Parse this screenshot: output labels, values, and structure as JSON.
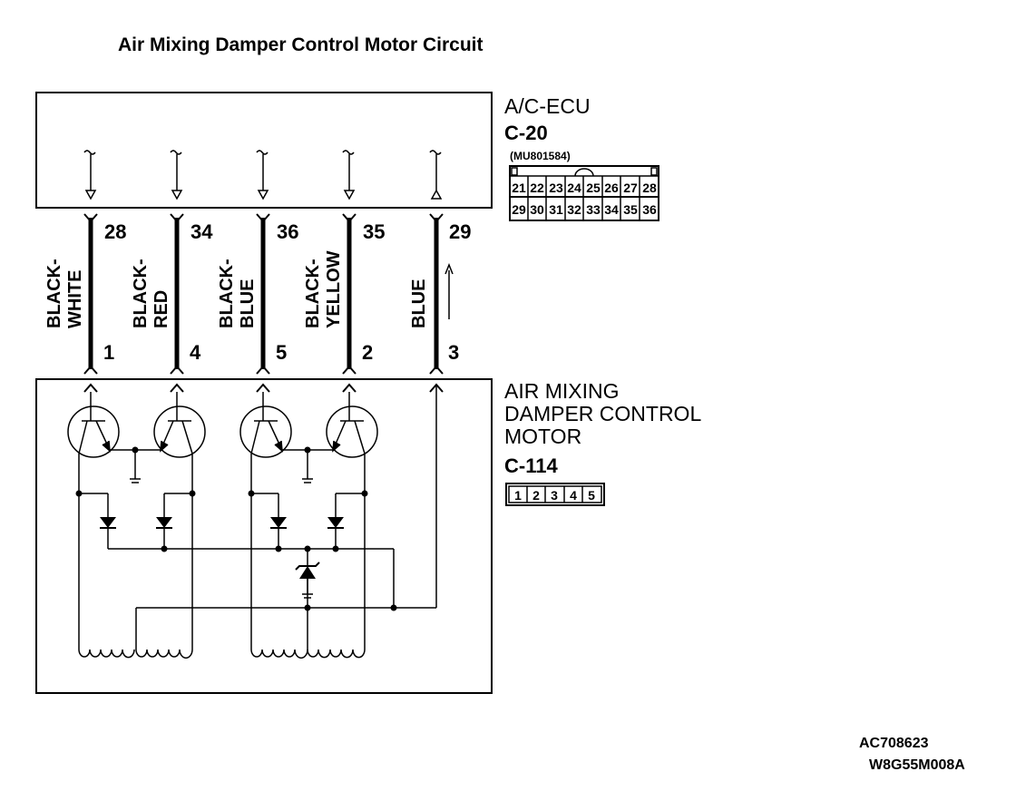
{
  "title": "Air Mixing Damper Control Motor Circuit",
  "ecu": {
    "name": "A/C-ECU",
    "connector": "C-20",
    "part_number": "(MU801584)",
    "pins_row1": [
      "21",
      "22",
      "23",
      "24",
      "25",
      "26",
      "27",
      "28"
    ],
    "pins_row2": [
      "29",
      "30",
      "31",
      "32",
      "33",
      "34",
      "35",
      "36"
    ]
  },
  "motor": {
    "name_lines": [
      "AIR MIXING",
      "DAMPER CONTROL",
      "MOTOR"
    ],
    "connector": "C-114",
    "pins": [
      "1",
      "2",
      "3",
      "4",
      "5"
    ]
  },
  "wires": [
    {
      "ecu_pin": "28",
      "motor_pin": "1",
      "color_lines": [
        "BLACK-",
        "WHITE"
      ]
    },
    {
      "ecu_pin": "34",
      "motor_pin": "4",
      "color_lines": [
        "BLACK-",
        "RED"
      ]
    },
    {
      "ecu_pin": "36",
      "motor_pin": "5",
      "color_lines": [
        "BLACK-",
        "BLUE"
      ]
    },
    {
      "ecu_pin": "35",
      "motor_pin": "2",
      "color_lines": [
        "BLACK-",
        "YELLOW"
      ]
    },
    {
      "ecu_pin": "29",
      "motor_pin": "3",
      "color_lines": [
        "BLUE"
      ]
    }
  ],
  "references": [
    "AC708623",
    "W8G55M008A"
  ]
}
